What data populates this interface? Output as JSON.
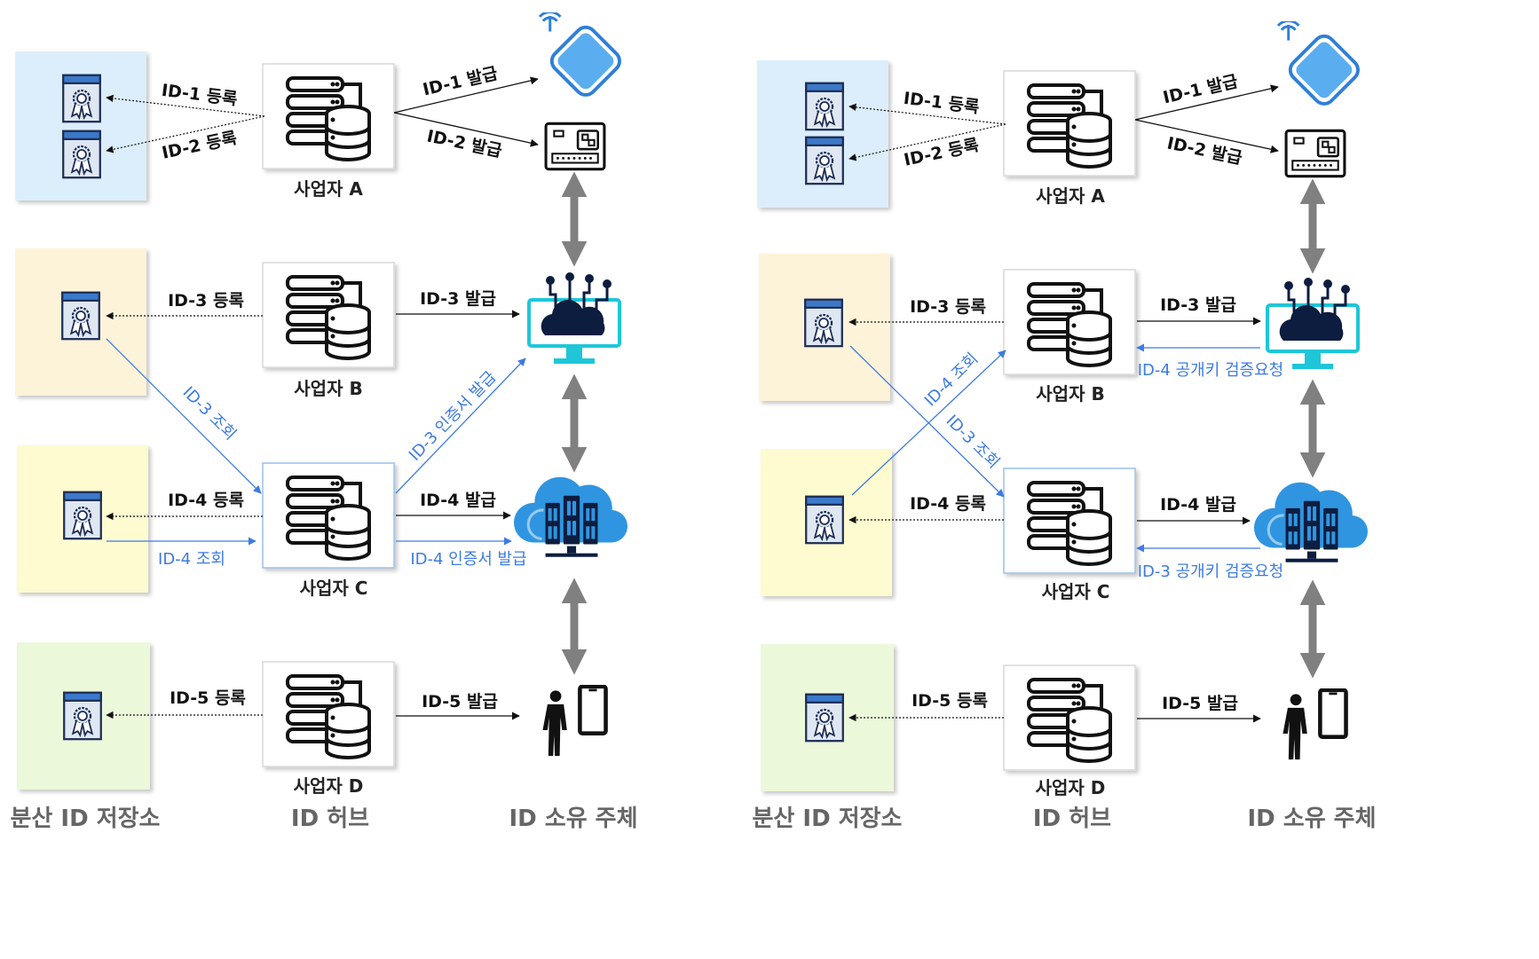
{
  "colors": {
    "store_a": "#dceefb",
    "store_b": "#fdf3d9",
    "store_c": "#fdfbcf",
    "store_d": "#ecf8da",
    "blue_arrow": "#3d7be0",
    "double_arrow": "#808080",
    "icon_dark": "#0d1d3f",
    "cloud_blue": "#2f95e0",
    "monitor_cyan": "#1ec6d8"
  },
  "left": {
    "servers": [
      "사업자 A",
      "사업자 B",
      "사업자 C",
      "사업자 D"
    ],
    "edges": {
      "id1_reg": "ID-1 등록",
      "id2_reg": "ID-2 등록",
      "id1_iss": "ID-1 발급",
      "id2_iss": "ID-2 발급",
      "id3_reg": "ID-3 등록",
      "id3_iss": "ID-3 발급",
      "id3_lookup": "ID-3 조회",
      "id3_cert": "ID-3 인증서 발급",
      "id4_reg": "ID-4 등록",
      "id4_iss": "ID-4 발급",
      "id4_lookup": "ID-4 조회",
      "id4_cert": "ID-4 인증서 발급",
      "id5_reg": "ID-5 등록",
      "id5_iss": "ID-5 발급"
    },
    "columns": {
      "store": "분산 ID 저장소",
      "hub": "ID 허브",
      "owner": "ID 소유 주체"
    }
  },
  "right": {
    "servers": [
      "사업자 A",
      "사업자 B",
      "사업자 C",
      "사업자 D"
    ],
    "edges": {
      "id1_reg": "ID-1 등록",
      "id2_reg": "ID-2 등록",
      "id1_iss": "ID-1 발급",
      "id2_iss": "ID-2 발급",
      "id3_reg": "ID-3 등록",
      "id3_iss": "ID-3 발급",
      "id4_verify": "ID-4 공개키 검증요청",
      "id4_lookup": "ID-4 조회",
      "id3_lookup": "ID-3 조회",
      "id4_reg": "ID-4 등록",
      "id4_iss": "ID-4 발급",
      "id3_verify": "ID-3 공개키 검증요청",
      "id5_reg": "ID-5 등록",
      "id5_iss": "ID-5 발급"
    },
    "columns": {
      "store": "분산 ID 저장소",
      "hub": "ID 허브",
      "owner": "ID 소유 주체"
    }
  }
}
